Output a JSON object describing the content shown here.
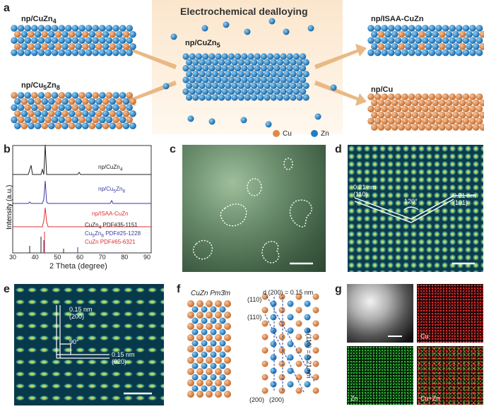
{
  "panel_a": {
    "label": "a",
    "title": "Electrochemical dealloying",
    "center_label": "np/CuZn",
    "center_label_sub": "5",
    "top_left_label": "np/CuZn",
    "top_left_sub": "4",
    "bottom_left_label": "np/Cu",
    "bottom_left_sub1": "5",
    "bottom_left_mid": "Zn",
    "bottom_left_sub2": "8",
    "top_right_label": "np/ISAA-CuZn",
    "bottom_right_label": "np/Cu",
    "legend": [
      {
        "name": "Cu",
        "color": "#e08a4a"
      },
      {
        "name": "Zn",
        "color": "#1f7fc0"
      }
    ]
  },
  "panel_b": {
    "label": "b",
    "ylabel": "Intensity (a.u.)",
    "xlabel": "2 Theta (degree)",
    "xticks": [
      "30",
      "40",
      "50",
      "60",
      "70",
      "80",
      "90"
    ],
    "traces": [
      {
        "name_main": "np/CuZn",
        "name_sub": "4",
        "color": "#222222"
      },
      {
        "name_main": "np/Cu",
        "name_sub": "5",
        "name_mid": "Zn",
        "name_sub2": "8",
        "color": "#3a3aa0"
      },
      {
        "name_main": "np/ISAA-CuZn",
        "color": "#e03030"
      }
    ],
    "refs": [
      {
        "main": "CuZn",
        "sub": "4",
        "pdf": "PDF#35-1151",
        "color": "#222222"
      },
      {
        "main": "Cu",
        "sub": "5",
        "mid": "Zn",
        "sub2": "8",
        "pdf": "PDF#25-1228",
        "color": "#3a3aa0"
      },
      {
        "main": "CuZn",
        "pdf": "PDF#65-6321",
        "color": "#e03030"
      }
    ]
  },
  "panel_c": {
    "label": "c"
  },
  "panel_d": {
    "label": "d",
    "left_spacing": "0.21 nm",
    "left_plane": "(110)",
    "angle": "120°",
    "right_spacing": "0.21 nm",
    "right_plane": "(101)"
  },
  "panel_e": {
    "label": "e",
    "top_spacing": "0.15 nm",
    "top_plane": "(200)",
    "angle": "90°",
    "right_spacing": "0.15 nm",
    "right_plane": "(020)"
  },
  "panel_f": {
    "label": "f",
    "structure": "CuZn Pm3̄m",
    "d200": "d (200) = 0.15 nm",
    "d110": "d (110) = 0.21 nm",
    "plane_110_top": "(110)",
    "plane_110_mid": "(110)",
    "plane_200_a": "(200)",
    "plane_200_b": "(200)"
  },
  "panel_g": {
    "label": "g",
    "maps": [
      "Cu",
      "Zn",
      "Cu+Zn"
    ]
  }
}
